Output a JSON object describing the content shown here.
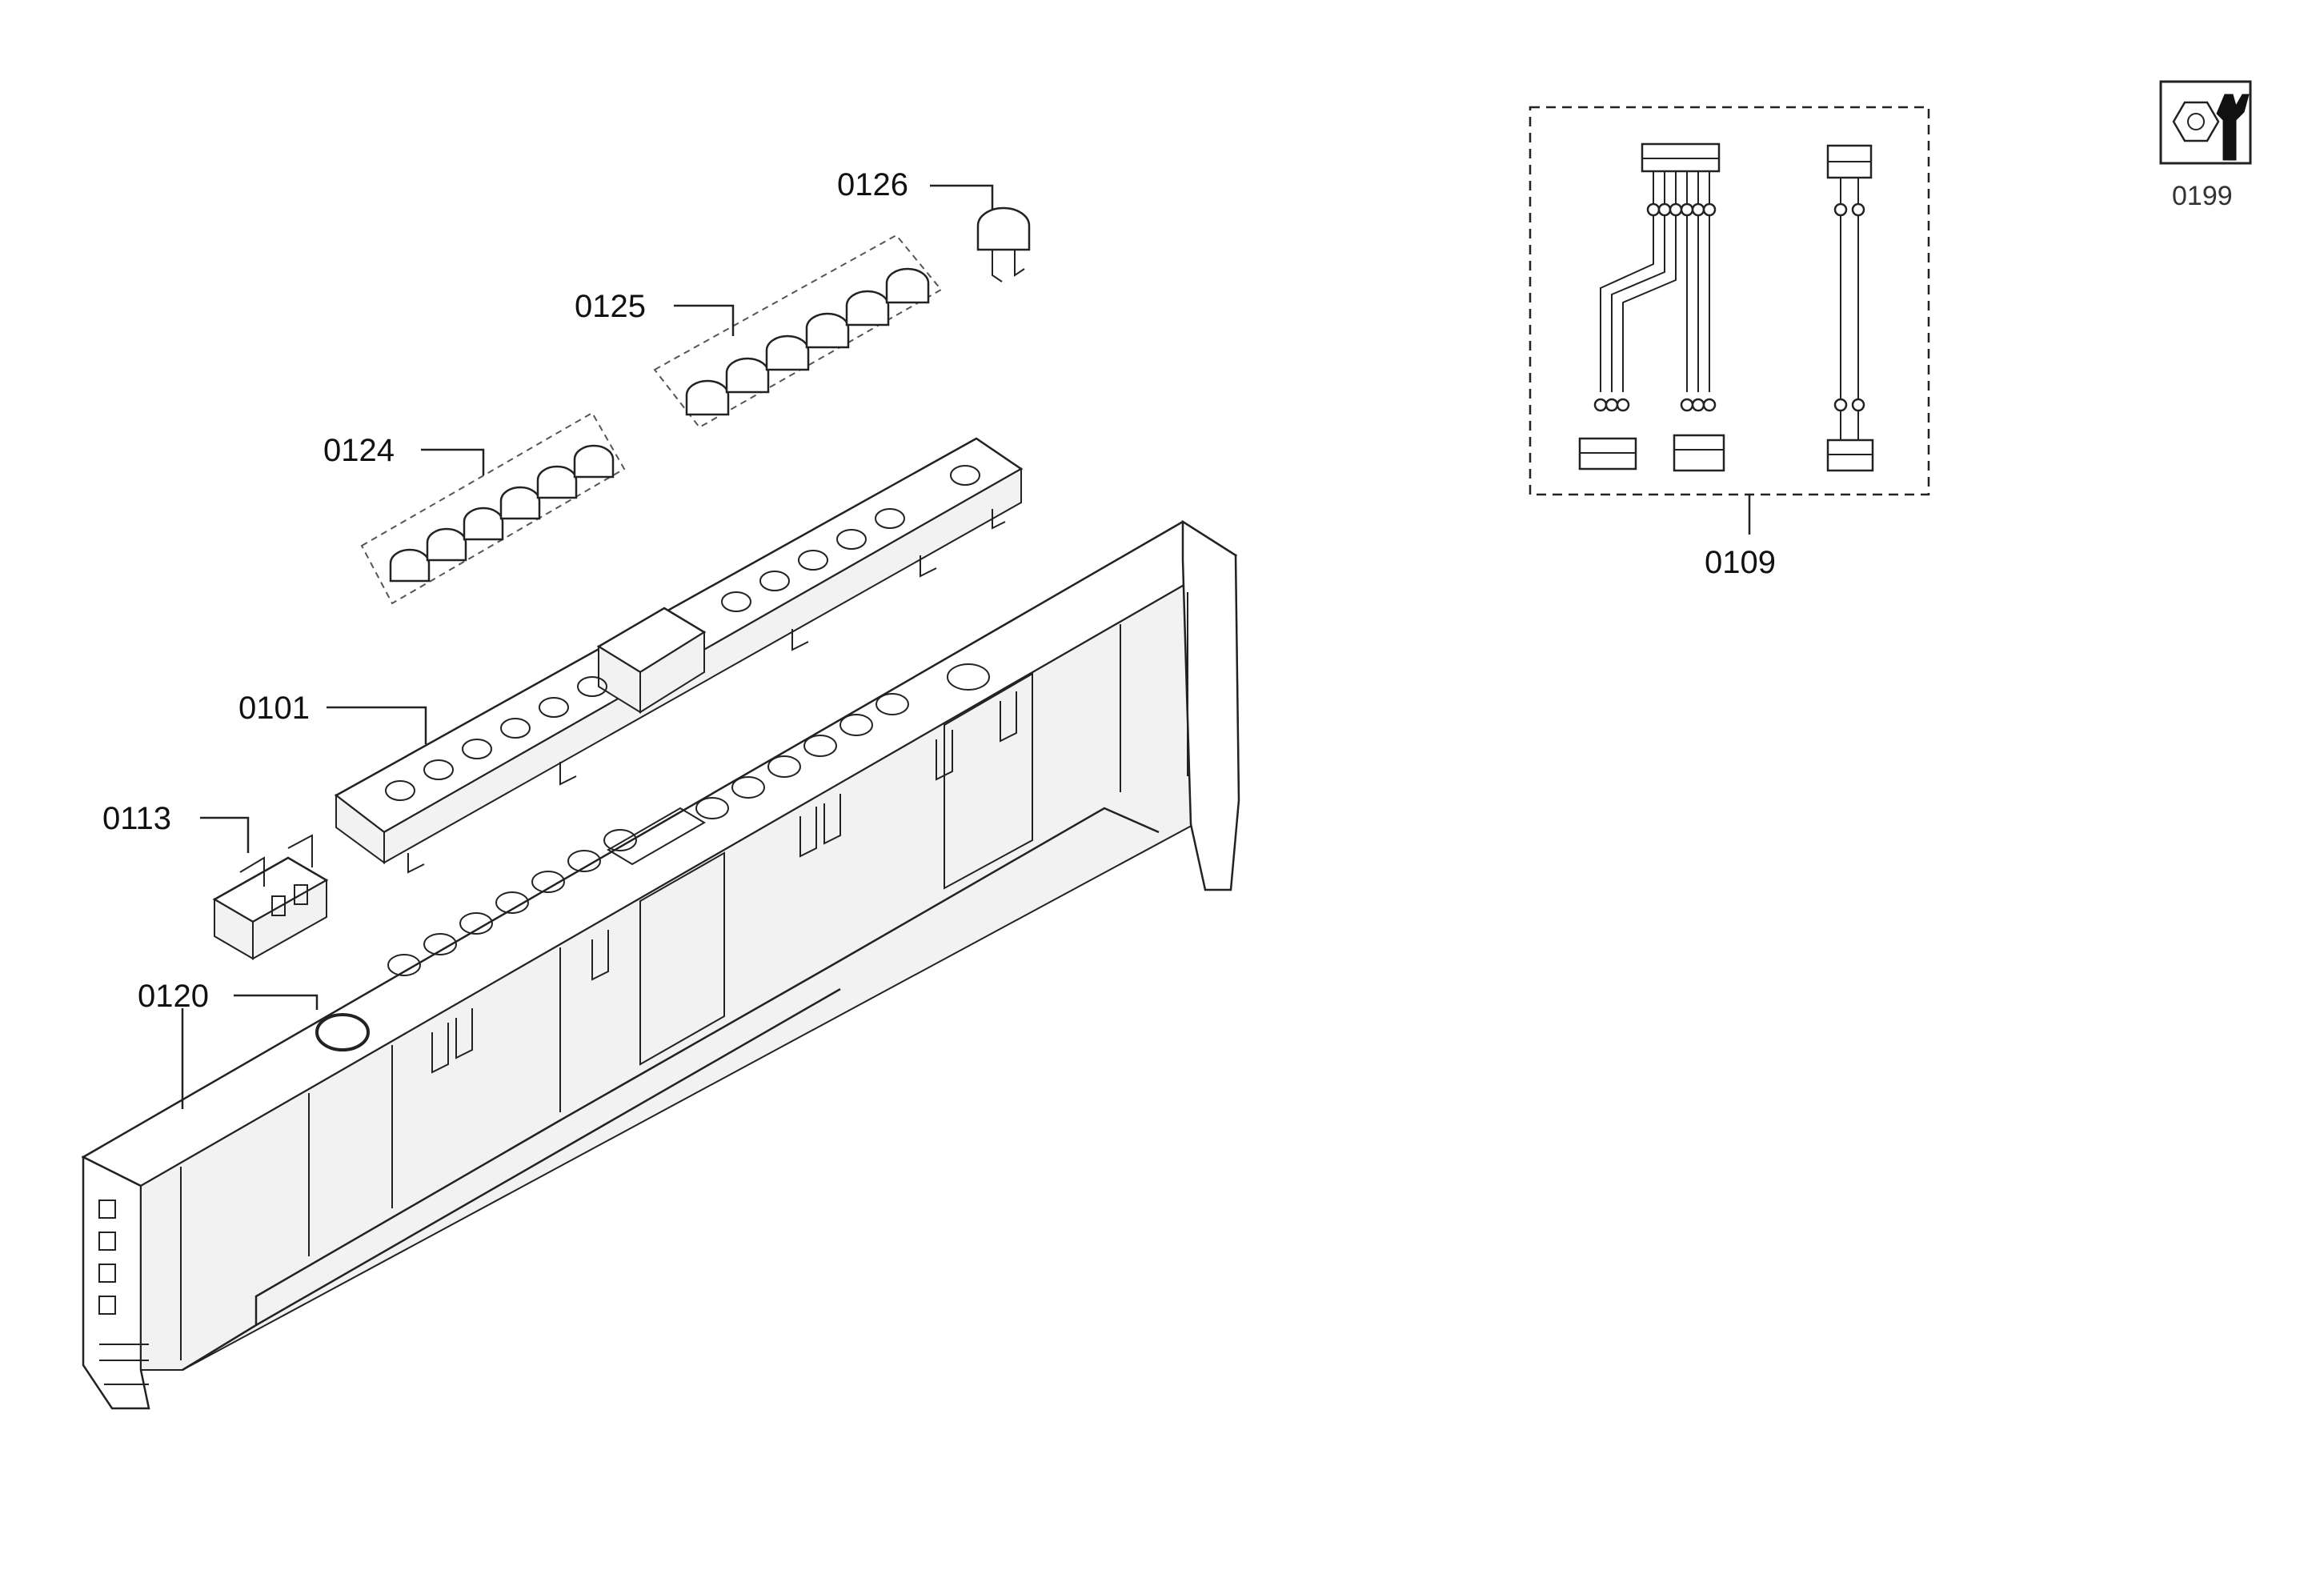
{
  "diagram": {
    "parts": [
      {
        "id": "0101",
        "label": "0101"
      },
      {
        "id": "0109",
        "label": "0109"
      },
      {
        "id": "0113",
        "label": "0113"
      },
      {
        "id": "0120",
        "label": "0120"
      },
      {
        "id": "0124",
        "label": "0124"
      },
      {
        "id": "0125",
        "label": "0125"
      },
      {
        "id": "0126",
        "label": "0126"
      },
      {
        "id": "0199",
        "label": "0199"
      }
    ],
    "icons": [
      "tool-kit-icon"
    ],
    "colors": {
      "ink": "#222222",
      "background": "#ffffff"
    }
  }
}
